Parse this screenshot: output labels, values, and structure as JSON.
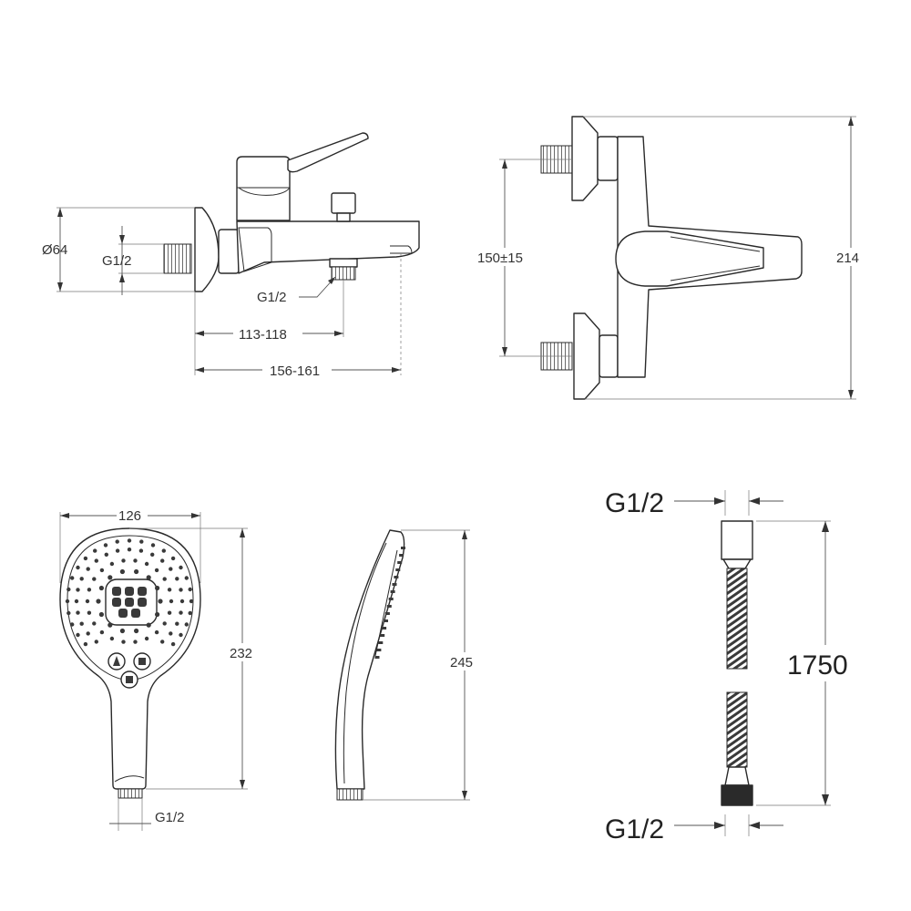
{
  "labels": {
    "mixer_diameter": "Ø64",
    "mixer_inlet_thread": "G1/2",
    "mixer_outlet_thread": "G1/2",
    "mixer_dist_outlet": "113-118",
    "mixer_dist_spout": "156-161",
    "mixer_center_distance": "150±15",
    "mixer_height": "214",
    "shower_width": "126",
    "shower_height_front": "232",
    "shower_height_side": "245",
    "shower_thread": "G1/2",
    "hose_thread_top": "G1/2",
    "hose_length": "1750",
    "hose_thread_bottom": "G1/2"
  }
}
